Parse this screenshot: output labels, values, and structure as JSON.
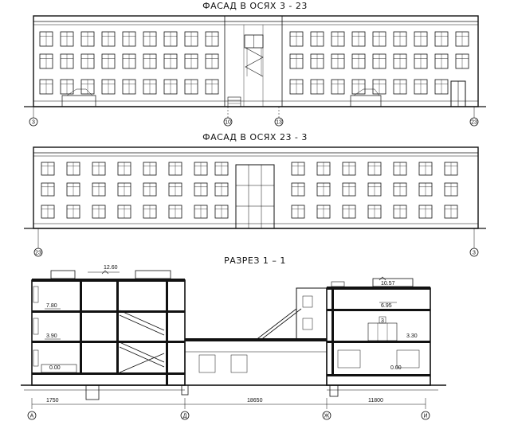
{
  "titles": {
    "facade1": "ФАСАД В ОСЯХ 3 - 23",
    "facade2": "ФАСАД В ОСЯХ 23 - 3",
    "section": "РАЗРЕЗ 1 – 1"
  },
  "facade1_axes": [
    "3",
    "10",
    "13",
    "23"
  ],
  "facade2_axes": [
    "23",
    "3"
  ],
  "section_axes": [
    "А",
    "Д",
    "Ж",
    "И"
  ],
  "section_levels": {
    "roof_left": "12.60",
    "roof_right": "10.57",
    "left_3rd": "7.80",
    "left_2nd": "3.90",
    "left_1st": "0.00",
    "right_3rd": "6.95",
    "right_2nd": "3.30",
    "right_1st": "0.00"
  },
  "dimensions": {
    "d1": "1750",
    "d2": "18650",
    "d3": "11800"
  },
  "marks": {
    "right_mark": "3"
  }
}
